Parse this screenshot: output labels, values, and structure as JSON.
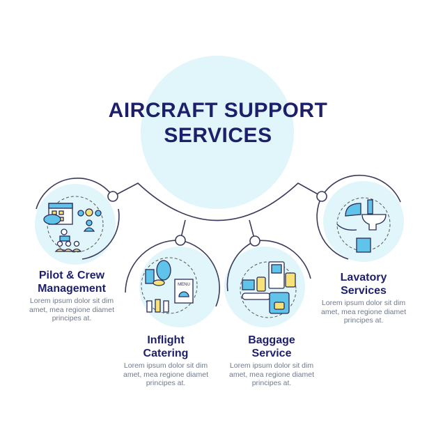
{
  "title": {
    "line1": "AIRCRAFT SUPPORT",
    "line2": "SERVICES"
  },
  "colors": {
    "navy": "#1e1f6b",
    "light_circle": "#e0f6fb",
    "icon_blue": "#5fc3ea",
    "icon_yellow": "#f7e27a",
    "text_grey": "#707a8c"
  },
  "items": [
    {
      "title1": "Pilot & Crew",
      "title2": "Management",
      "body1": "Lorem ipsum dolor sit dim",
      "body2": "amet, mea regione diamet",
      "body3": "principes at.",
      "icon": "pilot-crew-icon"
    },
    {
      "title1": "Inflight",
      "title2": "Catering",
      "body1": "Lorem ipsum dolor sit dim",
      "body2": "amet, mea regione diamet",
      "body3": "principes at.",
      "icon": "catering-icon",
      "menu_label": "MENU"
    },
    {
      "title1": "Baggage",
      "title2": "Service",
      "body1": "Lorem ipsum dolor sit dim",
      "body2": "amet, mea regione diamet",
      "body3": "principes at.",
      "icon": "baggage-icon"
    },
    {
      "title1": "Lavatory",
      "title2": "Services",
      "body1": "Lorem ipsum dolor sit dim",
      "body2": "amet, mea regione diamet",
      "body3": "principes at.",
      "icon": "lavatory-icon"
    }
  ]
}
